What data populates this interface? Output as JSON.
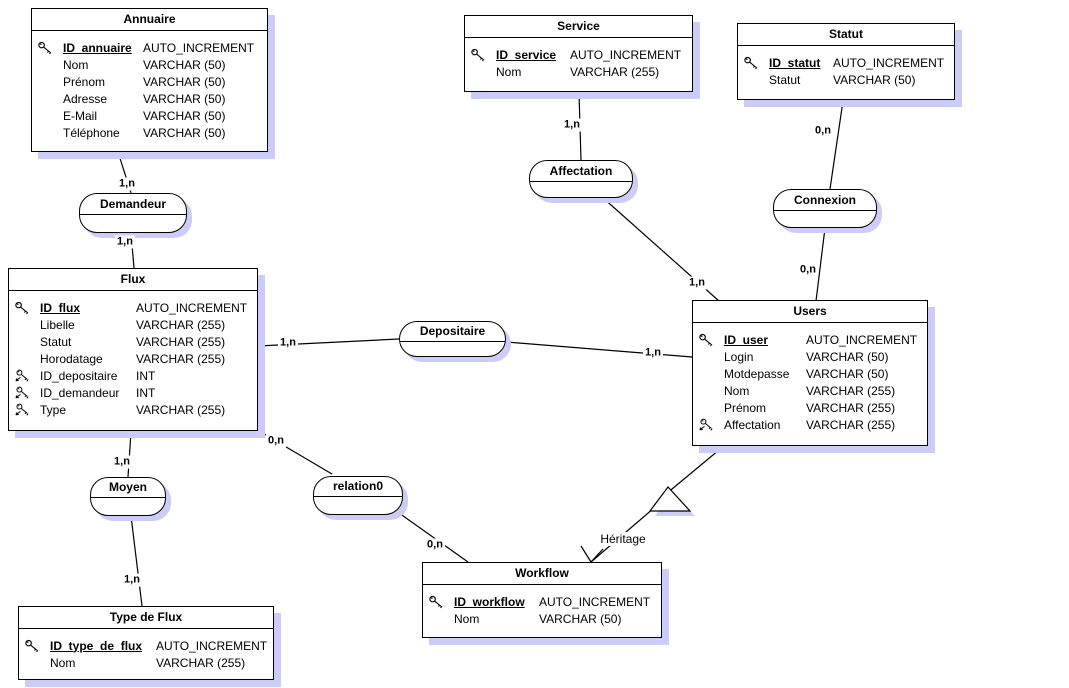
{
  "tables": {
    "annuaire": {
      "title": "Annuaire",
      "fields": [
        {
          "icon": "pk",
          "name": "ID_annuaire",
          "type": "AUTO_INCREMENT"
        },
        {
          "icon": "",
          "name": "Nom",
          "type": "VARCHAR (50)"
        },
        {
          "icon": "",
          "name": "Prénom",
          "type": "VARCHAR (50)"
        },
        {
          "icon": "",
          "name": "Adresse",
          "type": "VARCHAR (50)"
        },
        {
          "icon": "",
          "name": "E-Mail",
          "type": "VARCHAR (50)"
        },
        {
          "icon": "",
          "name": "Téléphone",
          "type": "VARCHAR (50)"
        }
      ]
    },
    "service": {
      "title": "Service",
      "fields": [
        {
          "icon": "pk",
          "name": "ID_service",
          "type": "AUTO_INCREMENT"
        },
        {
          "icon": "",
          "name": "Nom",
          "type": "VARCHAR (255)"
        }
      ]
    },
    "statut": {
      "title": "Statut",
      "fields": [
        {
          "icon": "pk",
          "name": "ID_statut",
          "type": "AUTO_INCREMENT"
        },
        {
          "icon": "",
          "name": "Statut",
          "type": "VARCHAR (50)"
        }
      ]
    },
    "flux": {
      "title": "Flux",
      "fields": [
        {
          "icon": "pk",
          "name": "ID_flux",
          "type": "AUTO_INCREMENT"
        },
        {
          "icon": "",
          "name": "Libelle",
          "type": "VARCHAR (255)"
        },
        {
          "icon": "",
          "name": "Statut",
          "type": "VARCHAR (255)"
        },
        {
          "icon": "",
          "name": "Horodatage",
          "type": "VARCHAR (255)"
        },
        {
          "icon": "fk",
          "name": "ID_depositaire",
          "type": "INT"
        },
        {
          "icon": "fk",
          "name": "ID_demandeur",
          "type": "INT"
        },
        {
          "icon": "fk",
          "name": "Type",
          "type": "VARCHAR (255)"
        }
      ]
    },
    "users": {
      "title": "Users",
      "fields": [
        {
          "icon": "pk",
          "name": "ID_user",
          "type": "AUTO_INCREMENT"
        },
        {
          "icon": "",
          "name": "Login",
          "type": "VARCHAR (50)"
        },
        {
          "icon": "",
          "name": "Motdepasse",
          "type": "VARCHAR (50)"
        },
        {
          "icon": "",
          "name": "Nom",
          "type": "VARCHAR (255)"
        },
        {
          "icon": "",
          "name": "Prénom",
          "type": "VARCHAR (255)"
        },
        {
          "icon": "fk",
          "name": "Affectation",
          "type": "VARCHAR (255)"
        }
      ]
    },
    "type_de_flux": {
      "title": "Type de Flux",
      "fields": [
        {
          "icon": "pk",
          "name": "ID_type_de_flux",
          "type": "AUTO_INCREMENT"
        },
        {
          "icon": "",
          "name": "Nom",
          "type": "VARCHAR (255)"
        }
      ]
    },
    "workflow": {
      "title": "Workflow",
      "fields": [
        {
          "icon": "pk",
          "name": "ID_workflow",
          "type": "AUTO_INCREMENT"
        },
        {
          "icon": "",
          "name": "Nom",
          "type": "VARCHAR (50)"
        }
      ]
    }
  },
  "relations": {
    "demandeur": "Demandeur",
    "affectation": "Affectation",
    "connexion": "Connexion",
    "depositaire": "Depositaire",
    "moyen": "Moyen",
    "relation0": "relation0"
  },
  "cardinality_labels": [
    {
      "between": "annuaire-demandeur",
      "text": "1,n"
    },
    {
      "between": "demandeur-flux",
      "text": "1,n"
    },
    {
      "between": "service-affectation",
      "text": "1,n"
    },
    {
      "between": "affectation-users",
      "text": "1,n"
    },
    {
      "between": "statut-connexion",
      "text": "0,n"
    },
    {
      "between": "connexion-users",
      "text": "0,n"
    },
    {
      "between": "flux-depositaire",
      "text": "1,n"
    },
    {
      "between": "depositaire-users",
      "text": "1,n"
    },
    {
      "between": "flux-moyen",
      "text": "1,n"
    },
    {
      "between": "moyen-type_de_flux",
      "text": "1,n"
    },
    {
      "between": "flux-relation0",
      "text": "0,n"
    },
    {
      "between": "relation0-workflow",
      "text": "0,n"
    }
  ],
  "inheritance_label": "Héritage",
  "colors": {
    "shadow": "#ccccf8",
    "line": "#000000",
    "entity_bg": "#ffffff"
  }
}
